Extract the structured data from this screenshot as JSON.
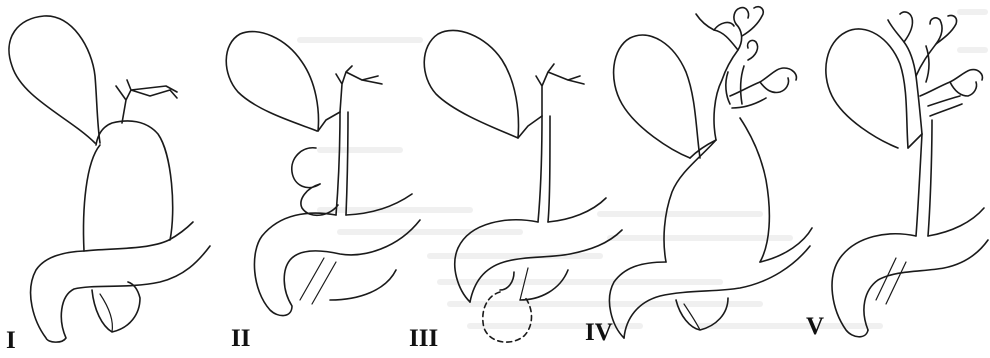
{
  "figure": {
    "panels": [
      {
        "label": "I",
        "icon": "choledochal-cyst-type-i-icon"
      },
      {
        "label": "II",
        "icon": "choledochal-cyst-type-ii-icon"
      },
      {
        "label": "III",
        "icon": "choledochal-cyst-type-iii-icon"
      },
      {
        "label": "IV",
        "icon": "choledochal-cyst-type-iv-icon"
      },
      {
        "label": "V",
        "icon": "choledochal-cyst-type-v-icon"
      }
    ],
    "colors": {
      "line": "#1a1a1a",
      "background": "#ffffff",
      "bleed_through": "#cfcfcf"
    }
  }
}
